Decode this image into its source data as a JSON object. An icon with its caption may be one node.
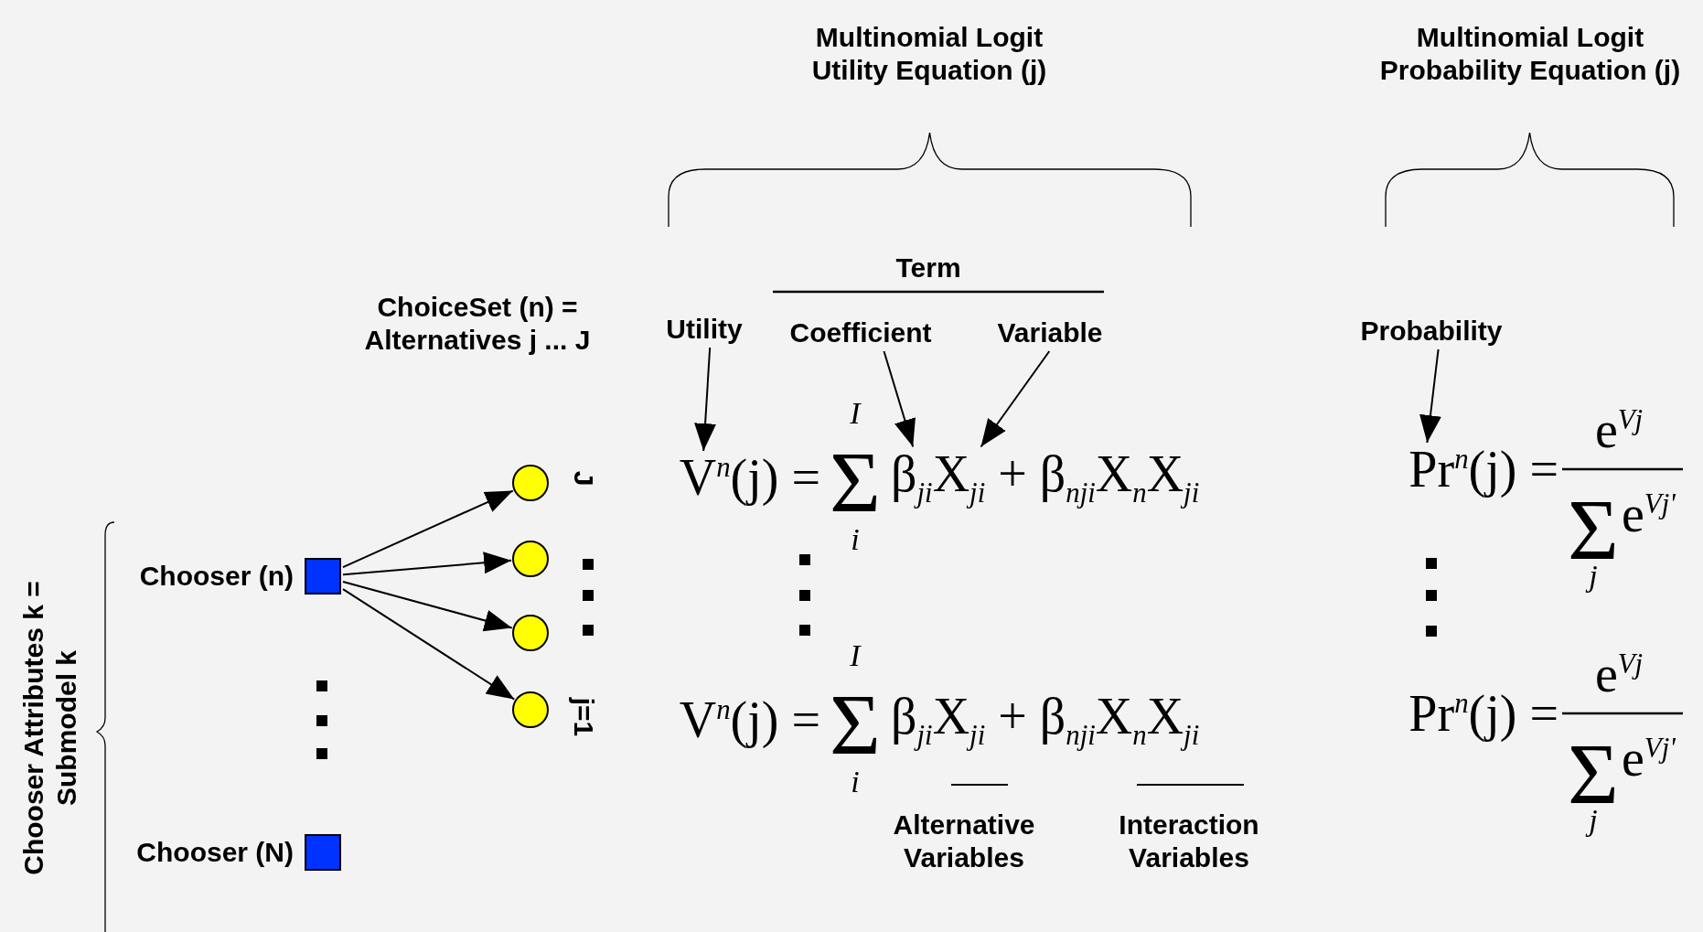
{
  "diagram": {
    "nodes": [
      {
        "text": [
          "Utility"
        ]
      },
      {
        "text": [
          "Coefficient"
        ]
      },
      {
        "text": [
          "Variable"
        ]
      },
      {
        "text": [
          "Probability"
        ]
      },
      {
        "text": [],
        "shape": "circle"
      },
      {
        "text": [],
        "shape": "circle"
      },
      {
        "text": [],
        "shape": "circle"
      },
      {
        "text": [],
        "shape": "circle"
      },
      {
        "text": [],
        "shape": "box",
        "beside": [
          "Chooser (n)"
        ]
      },
      {
        "text": [],
        "shape": "box",
        "beside": [
          "Chooser (N)"
        ]
      },
      {
        "text": [
          "V$^{n}$(j) ="
        ]
      },
      {
        "text": [
          "β$_{ji}$X$_{ji}$ + β$_{nji}$X$_{n}$X$_{ji}$"
        ]
      },
      {
        "text": [
          "Pr$^{n}$(j) ="
        ]
      }
    ],
    "edges": [
      {
        "from": 0,
        "to": 10,
        "arrow": "to"
      },
      {
        "from": 1,
        "to": 11,
        "arrow": "to"
      },
      {
        "from": 2,
        "to": 11,
        "arrow": "to"
      },
      {
        "from": 3,
        "to": 12,
        "arrow": "to"
      },
      {
        "from": 8,
        "to": 4,
        "arrow": "to"
      },
      {
        "from": 8,
        "to": 5,
        "arrow": "to"
      },
      {
        "from": 8,
        "to": 6,
        "arrow": "to"
      },
      {
        "from": 8,
        "to": 7,
        "arrow": "to"
      }
    ],
    "labels": [
      "Multinomial Logit Utility Equation (j)",
      "Multinomial Logit Probability Equation (j)",
      "Term",
      "ChoiceSet (n) = Alternatives j ... J",
      "J",
      "I",
      "Σ",
      "i",
      "e$^{Vj}$",
      "Σ",
      "j",
      "e$^{Vj'}$",
      "j=1",
      "V$^{n}$(j) =",
      "I",
      "Σ",
      "i",
      "β$_{ji}$X$_{ji}$ + β$_{nji}$X$_{n}$X$_{ji}$",
      "Pr$^{n}$(j) =",
      "e$^{Vj}$",
      "Σ",
      "j",
      "e$^{Vj'}$",
      "Alternative Variables",
      "Interaction Variables",
      "Chooser Attributes k = Submodel k"
    ]
  }
}
